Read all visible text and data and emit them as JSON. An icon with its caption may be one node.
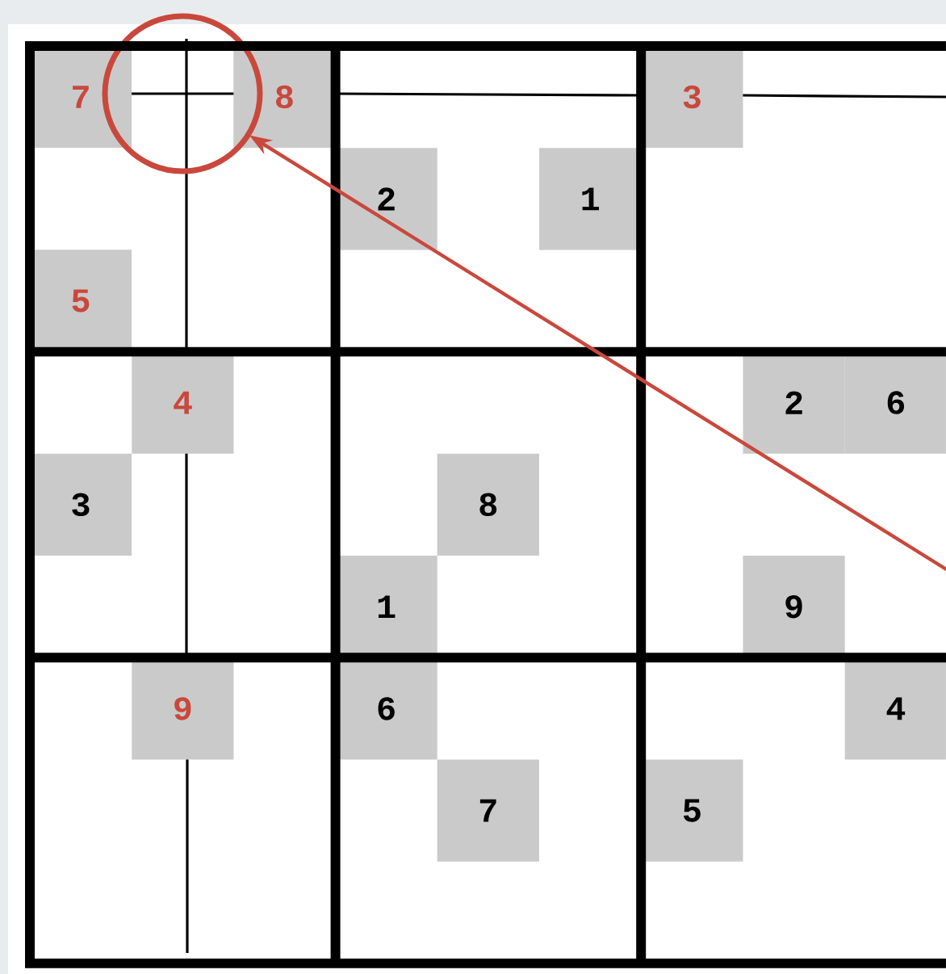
{
  "diagram": {
    "nodes": [
      {
        "text": [
          "7"
        ]
      },
      {
        "text": [
          "8"
        ]
      },
      {
        "text": [
          "3"
        ]
      },
      {
        "text": [
          "2"
        ]
      },
      {
        "text": [
          "1"
        ]
      },
      {
        "text": [
          "5"
        ]
      },
      {
        "text": [
          "4"
        ]
      },
      {
        "text": [
          "2"
        ]
      },
      {
        "text": [
          "6"
        ]
      },
      {
        "text": [
          "3"
        ]
      },
      {
        "text": [
          "8"
        ]
      },
      {
        "text": [
          "1"
        ]
      },
      {
        "text": [
          "9"
        ]
      },
      {
        "text": [
          "9"
        ]
      },
      {
        "text": [
          "6"
        ]
      },
      {
        "text": [
          "4"
        ]
      },
      {
        "text": [
          "7"
        ]
      },
      {
        "text": [
          "5"
        ]
      },
      {
        "text": [],
        "shape": "circle"
      }
    ],
    "edges": [
      {
        "from": null,
        "to": 18,
        "arrow": "to"
      }
    ]
  }
}
